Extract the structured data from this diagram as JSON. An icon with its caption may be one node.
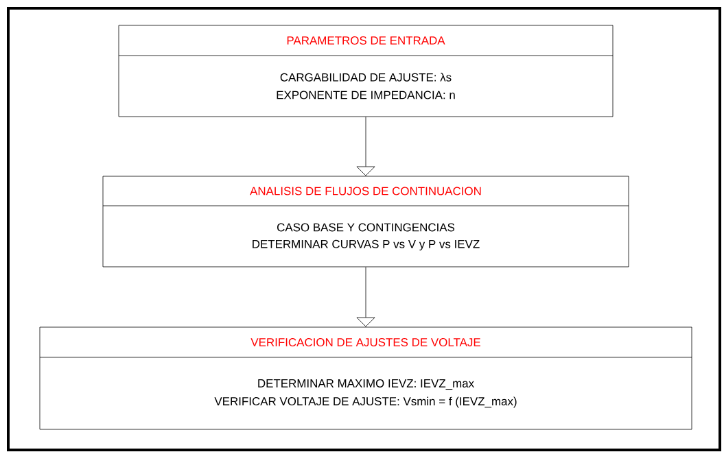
{
  "diagram": {
    "nodes": [
      {
        "text": [
          "PARAMETROS DE ENTRADA",
          "CARGABILIDAD DE AJUSTE: λs",
          "EXPONENTE DE IMPEDANCIA: n"
        ]
      },
      {
        "text": [
          "ANALISIS DE FLUJOS DE CONTINUACION",
          "CASO BASE Y CONTINGENCIAS",
          "DETERMINAR CURVAS P vs V y P vs IEVZ"
        ]
      },
      {
        "text": [
          "VERIFICACION DE AJUSTES DE VOLTAJE",
          "DETERMINAR MAXIMO IEVZ: IEVZ_max",
          "VERIFICAR VOLTAJE DE AJUSTE: Vsmin = f (IEVZ_max)"
        ]
      }
    ],
    "edges": [
      {
        "from": 0,
        "to": 1,
        "arrow": "to"
      },
      {
        "from": 1,
        "to": 2,
        "arrow": "to"
      }
    ]
  }
}
